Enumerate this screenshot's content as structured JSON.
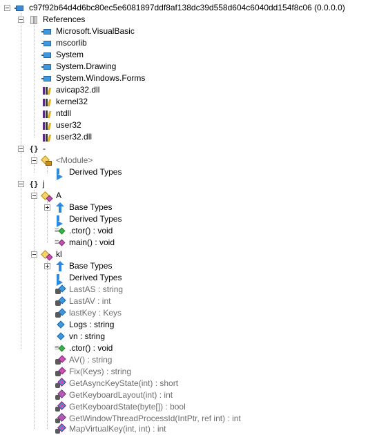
{
  "tree": {
    "root": {
      "label": "c97f92b64d4d6bc80ec5e6081897ddf8af138dc39d558d604c6040dd154f8c06 (0.0.0.0)",
      "icon": "assembly-icon"
    },
    "references": {
      "label": "References",
      "icon": "references-folder-icon",
      "items": [
        {
          "label": "Microsoft.VisualBasic",
          "icon": "reference-assembly-icon"
        },
        {
          "label": "mscorlib",
          "icon": "reference-assembly-icon"
        },
        {
          "label": "System",
          "icon": "reference-assembly-icon"
        },
        {
          "label": "System.Drawing",
          "icon": "reference-assembly-icon"
        },
        {
          "label": "System.Windows.Forms",
          "icon": "reference-assembly-icon"
        },
        {
          "label": "avicap32.dll",
          "icon": "native-library-icon"
        },
        {
          "label": "kernel32",
          "icon": "native-library-icon"
        },
        {
          "label": "ntdll",
          "icon": "native-library-icon"
        },
        {
          "label": "user32",
          "icon": "native-library-icon"
        },
        {
          "label": "user32.dll",
          "icon": "native-library-icon"
        }
      ]
    },
    "ns_dash": {
      "label": "-",
      "module": {
        "label": "<Module>",
        "derived": "Derived Types"
      }
    },
    "ns_j": {
      "label": "j",
      "class_a": {
        "label": "A",
        "base": "Base Types",
        "derived": "Derived Types",
        "members": [
          ".ctor() : void",
          "main() : void"
        ]
      },
      "class_kl": {
        "label": "kl",
        "base": "Base Types",
        "derived": "Derived Types",
        "members": [
          "LastAS : string",
          "LastAV : int",
          "lastKey : Keys",
          "Logs : string",
          "vn : string",
          ".ctor() : void",
          "AV() : string",
          "Fix(Keys) : string",
          "GetAsyncKeyState(int) : short",
          "GetKeyboardLayout(int) : int",
          "GetKeyboardState(byte[]) : bool",
          "GetWindowThreadProcessId(IntPtr, ref int) : int",
          "MapVirtualKey(int, int) : int"
        ]
      }
    }
  },
  "colors": {
    "text": "#000000",
    "muted": "#6d6d6d",
    "accent_blue": "#2d8ae0",
    "method_pink": "#c94fb4"
  }
}
